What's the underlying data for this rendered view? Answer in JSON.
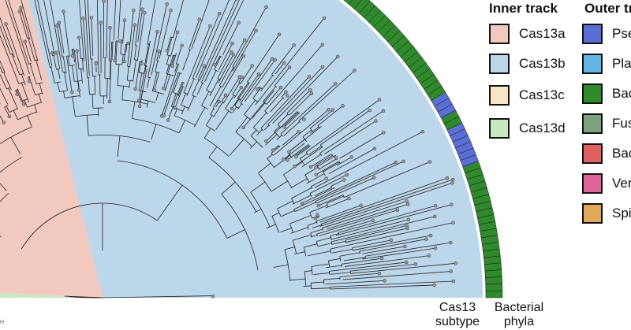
{
  "inner_track": {
    "title": "Inner track",
    "items": [
      {
        "label": "Cas13a",
        "color": "#f2c9bf"
      },
      {
        "label": "Cas13b",
        "color": "#bcd6ea"
      },
      {
        "label": "Cas13c",
        "color": "#f5e6c6"
      },
      {
        "label": "Cas13d",
        "color": "#c7e8c0"
      }
    ]
  },
  "outer_track": {
    "title": "Outer tr",
    "items": [
      {
        "label": "Pse",
        "color": "#5a6fd6"
      },
      {
        "label": "Plan",
        "color": "#62b6e3"
      },
      {
        "label": "Bac",
        "color": "#2f8a2c"
      },
      {
        "label": "Fuse",
        "color": "#7fa17e"
      },
      {
        "label": "Bac",
        "color": "#e06161"
      },
      {
        "label": "Veri",
        "color": "#e0639a"
      },
      {
        "label": "Spir",
        "color": "#e0a95a"
      }
    ]
  },
  "track_labels": {
    "inner_line1": "Cas13",
    "inner_line2": "subtype",
    "outer_line1": "Bacterial",
    "outer_line2": "phyla"
  },
  "scale_tick": "H"
}
